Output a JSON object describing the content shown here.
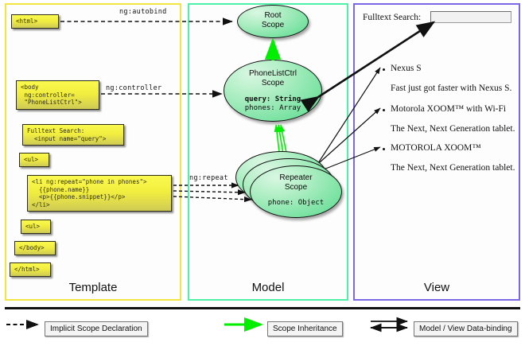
{
  "panels": {
    "template": {
      "title": "Template"
    },
    "model": {
      "title": "Model"
    },
    "view": {
      "title": "View"
    }
  },
  "template": {
    "boxes": [
      {
        "id": "html-open",
        "text": "<html>"
      },
      {
        "id": "body-open",
        "text": "<body\n ng:controller=\n \"PhoneListCtrl\">"
      },
      {
        "id": "search",
        "text": "Fulltext Search:\n  <input name=\"query\">"
      },
      {
        "id": "ul-open",
        "text": "<ul>"
      },
      {
        "id": "li-repeat",
        "text": "<li ng:repeat=\"phone in phones\">\n  {{phone.name}}\n  <p>{{phone.snippet}}</p>\n</li>"
      },
      {
        "id": "ul-close",
        "text": "<ul>"
      },
      {
        "id": "body-close",
        "text": "</body>"
      },
      {
        "id": "html-close",
        "text": "</html>"
      }
    ]
  },
  "connectors": {
    "autobind": "ng:autobind",
    "controller": "ng:controller",
    "repeat": "ng:repeat"
  },
  "model": {
    "scopes": [
      {
        "id": "root",
        "title_line1": "Root",
        "title_line2": "Scope",
        "props": []
      },
      {
        "id": "ctrl",
        "title_line1": "PhoneListCtrl",
        "title_line2": "Scope",
        "props": [
          {
            "text": "query: String",
            "emphasis": true
          },
          {
            "text": "phones: Array",
            "emphasis": false
          }
        ]
      },
      {
        "id": "repeater",
        "title_line1": "Repeater",
        "title_line2": "Scope",
        "props": [
          {
            "text": "phone: Object",
            "emphasis": false
          }
        ]
      }
    ]
  },
  "view": {
    "search_label": "Fulltext Search:",
    "search_value": "",
    "search_placeholder": "",
    "items": [
      {
        "name": "Nexus S",
        "snippet": "Fast just got faster with Nexus S."
      },
      {
        "name": "Motorola XOOM™  with Wi-Fi",
        "snippet": "The Next, Next Generation tablet."
      },
      {
        "name": "MOTOROLA XOOM™",
        "snippet": "The Next, Next Generation tablet."
      }
    ]
  },
  "legend": [
    {
      "id": "implicit-scope-declaration",
      "label": "Implicit Scope Declaration",
      "style": "dashed-black"
    },
    {
      "id": "scope-inheritance",
      "label": "Scope Inheritance",
      "style": "solid-green"
    },
    {
      "id": "model-view-data-binding",
      "label": "Model / View Data-binding",
      "style": "double-black"
    }
  ],
  "colors": {
    "template_border": "#f2e441",
    "model_border": "#4ff0a8",
    "view_border": "#7b68e8",
    "scope_fill": "#79e2a2",
    "inheritance_arrow": "#00ee00",
    "codebox_fill": "#f2ee3f"
  }
}
